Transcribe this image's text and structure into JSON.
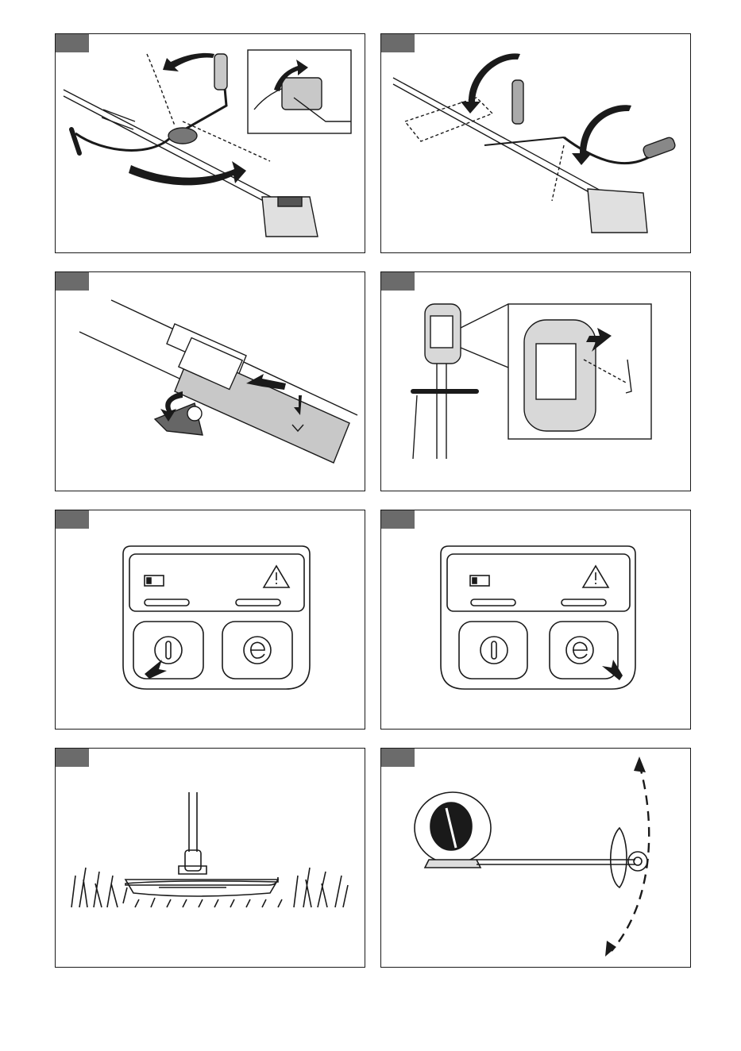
{
  "page": {
    "panels": [
      {
        "id": "fig-1",
        "subject": "handle-fold-open"
      },
      {
        "id": "fig-2",
        "subject": "handle-rotate"
      },
      {
        "id": "fig-3",
        "subject": "shaft-coupling"
      },
      {
        "id": "fig-4",
        "subject": "hang-hook"
      },
      {
        "id": "fig-5",
        "subject": "power-button-press"
      },
      {
        "id": "fig-6",
        "subject": "eco-button-press"
      },
      {
        "id": "fig-7",
        "subject": "trimmer-head-level"
      },
      {
        "id": "fig-8",
        "subject": "cutting-arc"
      }
    ]
  },
  "colors": {
    "frame": "#1a1a1a",
    "tag": "#6b6b6b",
    "shading": "#c8c8c8",
    "dark_part": "#555555"
  },
  "icons": {
    "battery": "battery-icon",
    "warning": "warning-triangle-icon",
    "power": "power-icon",
    "eco": "eco-icon",
    "arrow": "arrow-icon"
  }
}
